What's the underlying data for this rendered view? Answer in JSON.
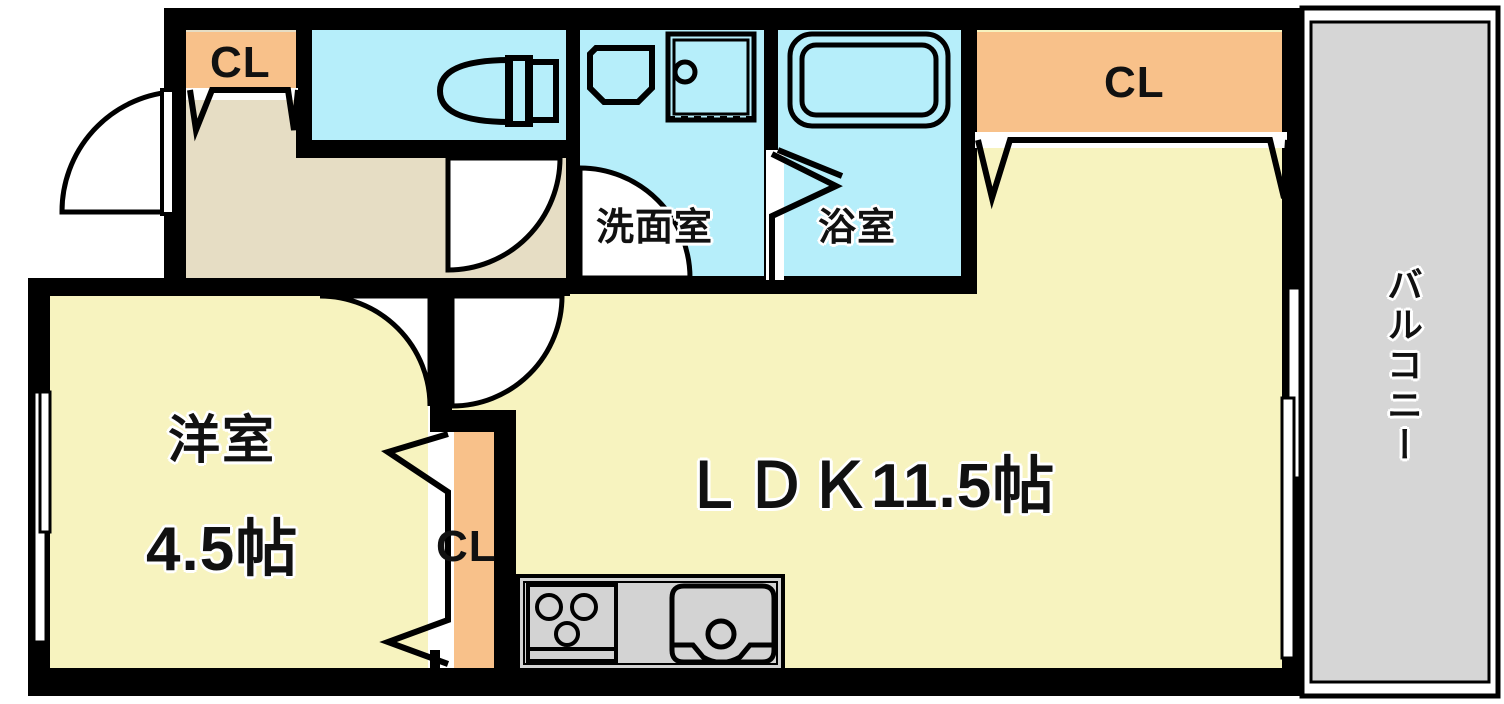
{
  "plan": {
    "type": "japanese-floor-plan",
    "title": "1LDK Apartment Floor Plan",
    "colors": {
      "wall": "#000000",
      "floor_living": "#f7f3bf",
      "floor_entry": "#e6ddc4",
      "water_area": "#b6eefa",
      "closet": "#f8c18a",
      "balcony": "#d6d6d6",
      "kitchen_counter": "#d3d3d3",
      "background": "#ffffff"
    },
    "rooms": [
      {
        "id": "ldk",
        "label": "ＬＤＫ11.5帖",
        "name_en": "Living Dining Kitchen",
        "size_jo": 11.5,
        "fill": "floor_living"
      },
      {
        "id": "bedroom",
        "label_line1": "洋室",
        "label_line2": "4.5帖",
        "name_en": "Western-style Room",
        "size_jo": 4.5,
        "fill": "floor_living"
      },
      {
        "id": "washroom",
        "label": "洗面室",
        "name_en": "Washroom / Vanity",
        "fill": "water_area"
      },
      {
        "id": "bathroom",
        "label": "浴室",
        "name_en": "Bathroom",
        "fill": "water_area"
      },
      {
        "id": "toilet",
        "label": "",
        "name_en": "Toilet",
        "fill": "water_area"
      },
      {
        "id": "entry",
        "label": "",
        "name_en": "Entrance Hall",
        "fill": "floor_entry"
      },
      {
        "id": "balcony",
        "label": "バルコニー",
        "name_en": "Balcony",
        "fill": "balcony"
      }
    ],
    "closets": [
      {
        "id": "cl-entry",
        "label": "CL",
        "position": "top-left",
        "orientation": "horizontal"
      },
      {
        "id": "cl-ldk",
        "label": "CL",
        "position": "top-right",
        "orientation": "horizontal"
      },
      {
        "id": "cl-bed",
        "label": "CL",
        "position": "center",
        "orientation": "vertical"
      }
    ],
    "fixtures": [
      {
        "id": "toilet-fixture",
        "name": "western-toilet"
      },
      {
        "id": "vanity-sink",
        "name": "vanity-sink"
      },
      {
        "id": "washer-pan",
        "name": "washing-machine-pan"
      },
      {
        "id": "bathtub",
        "name": "bathtub"
      },
      {
        "id": "stove",
        "name": "three-burner-stove"
      },
      {
        "id": "kitchen-sink",
        "name": "kitchen-sink"
      }
    ],
    "openings": [
      {
        "id": "entrance-door",
        "type": "hinged-door",
        "swing": "outward-left"
      },
      {
        "id": "bedroom-door",
        "type": "hinged-door",
        "swing": "into-bedroom"
      },
      {
        "id": "ldk-door",
        "type": "hinged-door",
        "swing": "into-ldk"
      },
      {
        "id": "toilet-door",
        "type": "hinged-door",
        "swing": "into-hall"
      },
      {
        "id": "washroom-door",
        "type": "hinged-door",
        "swing": "into-washroom"
      },
      {
        "id": "bathroom-door",
        "type": "folding-door",
        "swing": "accordion"
      },
      {
        "id": "window-bedroom-west",
        "type": "sliding-window"
      },
      {
        "id": "window-ldk-east",
        "type": "sliding-window"
      },
      {
        "id": "window-ldk-east-2",
        "type": "sliding-window"
      }
    ]
  },
  "labels": {
    "cl_entry": "CL",
    "cl_ldk": "CL",
    "cl_bedroom": "CL",
    "washroom": "洗面室",
    "bathroom": "浴室",
    "ldk": "ＬＤＫ11.5帖",
    "bedroom_name": "洋室",
    "bedroom_size": "4.5帖",
    "balcony": "バルコニー"
  }
}
